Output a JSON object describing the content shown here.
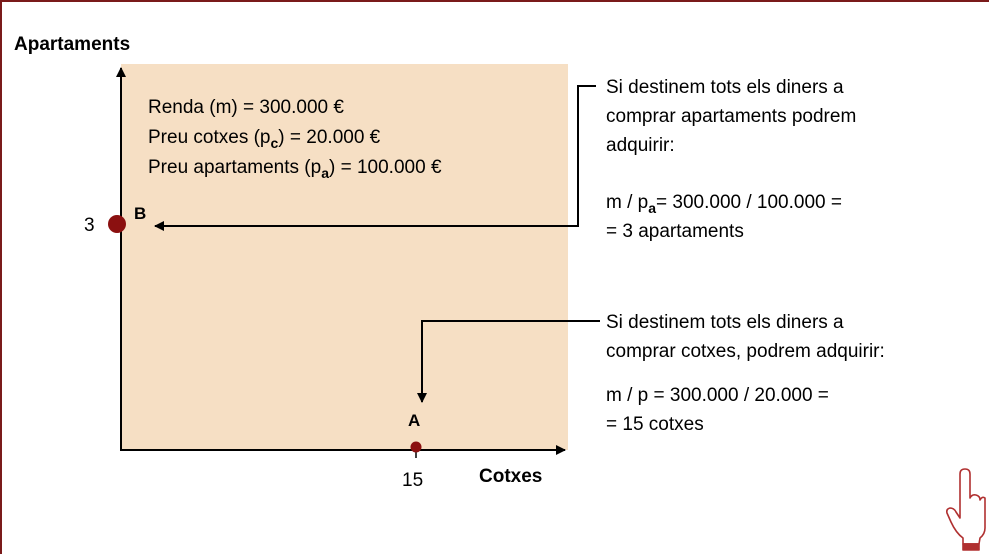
{
  "axes": {
    "y_label": "Apartaments",
    "x_label": "Cotxes",
    "y_tick": "3",
    "x_tick": "15"
  },
  "points": {
    "b_label": "B",
    "a_label": "A"
  },
  "box": {
    "line1": "Renda (m) = 300.000 €",
    "line2_prefix": "Preu cotxes (p",
    "line2_sub": "c",
    "line2_suffix": ") = 20.000 €",
    "line3_prefix": "Preu apartaments (p",
    "line3_sub": "a",
    "line3_suffix": ") = 100.000 €"
  },
  "note_apartments": {
    "line1": "Si destinem tots els diners a",
    "line2": "comprar apartaments podrem",
    "line3": "adquirir:",
    "eq_prefix": "m / p",
    "eq_sub": "a",
    "eq_suffix": "= 300.000 / 100.000 =",
    "result": "= 3 apartaments"
  },
  "note_cars": {
    "line1": "Si destinem tots els diners a",
    "line2": "comprar cotxes, podrem adquirir:",
    "eq": "m / p  = 300.000 / 20.000 =",
    "result": "= 15 cotxes"
  },
  "colors": {
    "region": "#f6dfc4",
    "point": "#8b1010",
    "frame": "#7a1a1a",
    "hand": "#b03030"
  },
  "icons": {
    "cursor": "pointing-hand-icon"
  }
}
